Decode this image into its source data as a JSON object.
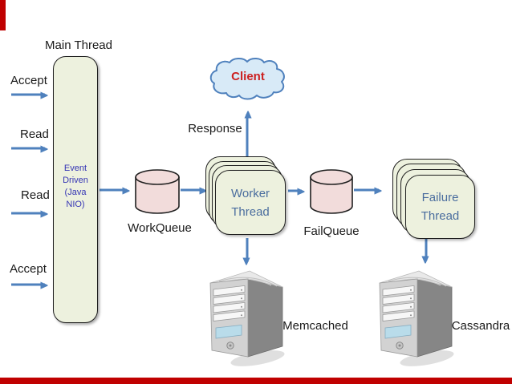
{
  "diagram": {
    "main_thread": {
      "title": "Main Thread",
      "body": "Event\nDriven\n(Java\nNIO)"
    },
    "inputs": [
      {
        "label": "Accept"
      },
      {
        "label": "Read"
      },
      {
        "label": "Read"
      },
      {
        "label": "Accept"
      }
    ],
    "work_queue": {
      "label": "WorkQueue"
    },
    "worker_thread": {
      "line1": "Worker",
      "line2": "Thread"
    },
    "response": {
      "label": "Response"
    },
    "client": {
      "label": "Client"
    },
    "fail_queue": {
      "label": "FailQueue"
    },
    "failure_thread": {
      "line1": "Failure",
      "line2": "Thread"
    },
    "memcached": {
      "label": "Memcached"
    },
    "cassandra": {
      "label": "Cassandra"
    }
  },
  "colors": {
    "arrow": "#4f81bd",
    "node_fill": "#edf1de",
    "queue_fill": "#f2dcdb",
    "cloud_fill": "#d8eaf7",
    "cloud_stroke": "#4f81bd",
    "client_text": "#cc2020",
    "thread_text": "#4a6d9e",
    "nio_text": "#3434b4",
    "accent_red": "#c00000"
  }
}
